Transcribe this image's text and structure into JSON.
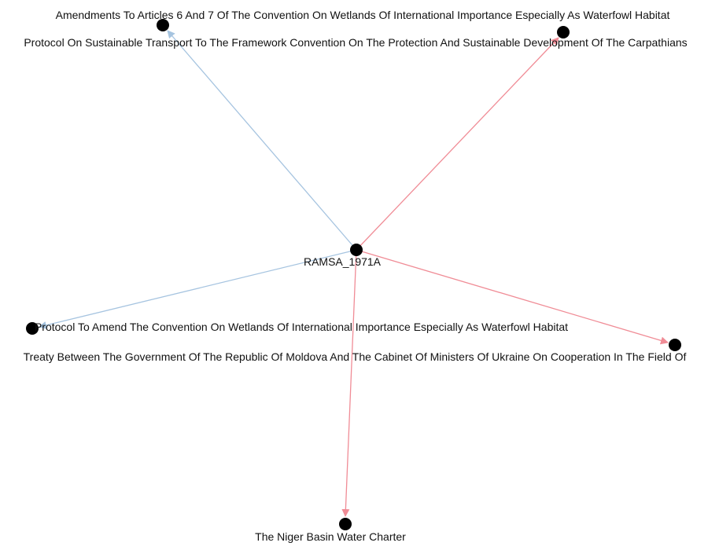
{
  "graph": {
    "center": {
      "id": "RAMSA_1971A",
      "label": "RAMSA_1971A"
    },
    "nodes": [
      {
        "id": "amendments",
        "label": "Amendments To Articles 6 And 7 Of The Convention On Wetlands Of International Importance Especially As Waterfowl Habitat",
        "edge_color": "#a6c4e0"
      },
      {
        "id": "carpathians",
        "label": "Protocol On Sustainable Transport To The Framework Convention On The Protection And Sustainable Development Of The Carpathians",
        "edge_color": "#f08c96"
      },
      {
        "id": "protocol_amend",
        "label": "Protocol To Amend The Convention On Wetlands Of International Importance Especially As Waterfowl Habitat",
        "edge_color": "#a6c4e0"
      },
      {
        "id": "moldova_ukraine",
        "label": "Treaty Between The Government Of The Republic Of Moldova And The Cabinet Of Ministers Of Ukraine On Cooperation In The Field Of",
        "edge_color": "#f08c96"
      },
      {
        "id": "niger",
        "label": "The Niger Basin Water Charter",
        "edge_color": "#f08c96"
      }
    ]
  }
}
